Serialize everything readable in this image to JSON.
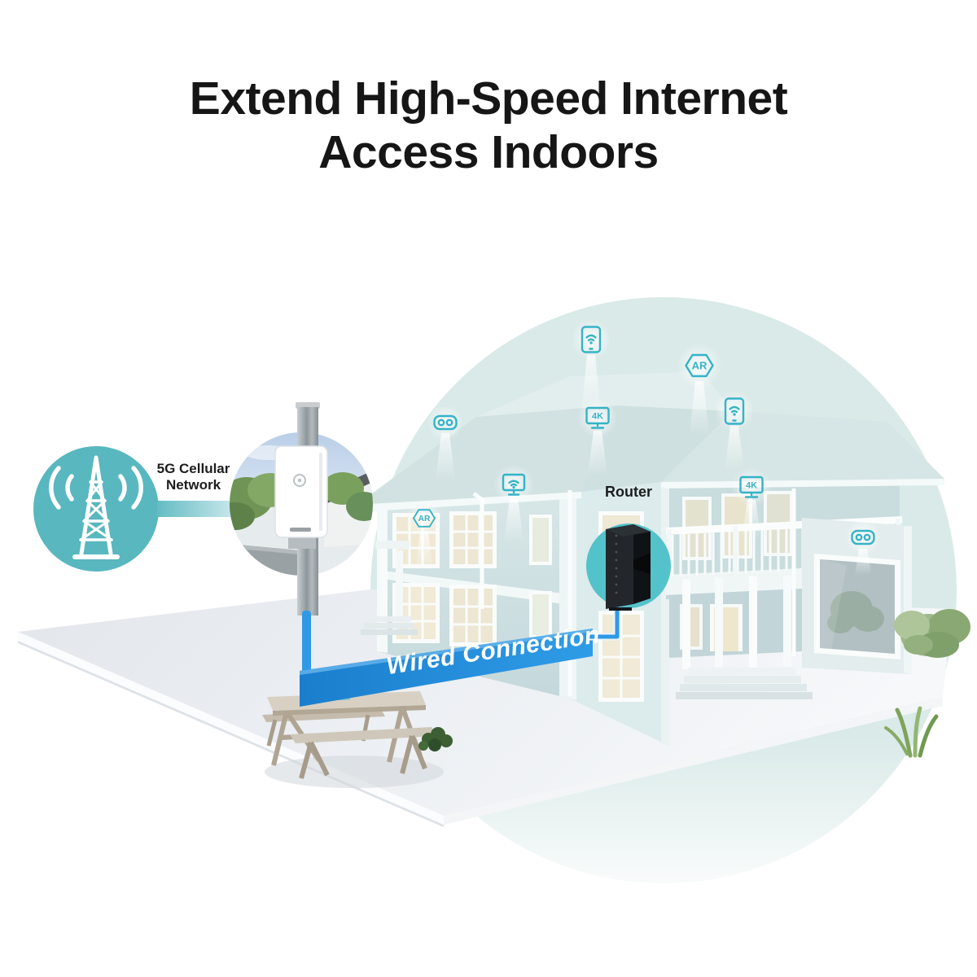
{
  "title": {
    "line1": "Extend High-Speed Internet",
    "line2": "Access Indoors"
  },
  "annotations": {
    "cellular_line1": "5G Cellular",
    "cellular_line2": "Network",
    "router": "Router",
    "wired": "Wired Connection"
  },
  "icon_labels": {
    "ar": "AR",
    "four_k": "4K"
  },
  "scene": {
    "device_icons": [
      "tablet-wifi",
      "ar-hexagon",
      "tablet-wifi",
      "4k-tv",
      "vr-goggles",
      "monitor-wifi",
      "ar-hexagon",
      "4k-tv",
      "vr-goggles"
    ],
    "equipment": [
      "cell-tower",
      "outdoor-5g-gateway",
      "wifi-router"
    ]
  },
  "colors": {
    "accent_teal": "#58b7bf",
    "router_circle": "#54c2ca",
    "icon_teal": "#35b3c7",
    "ribbon_blue": "#1f87d4",
    "cable_blue": "#2f99e6",
    "scene_circle": "#d9eae8",
    "title_text": "#161616"
  }
}
